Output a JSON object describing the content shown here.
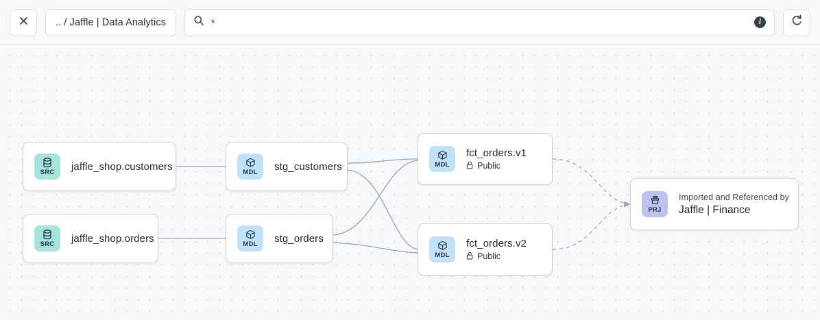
{
  "toolbar": {
    "close_label": "×",
    "close_icon": "close-icon",
    "breadcrumb": ".. / Jaffle | Data Analytics",
    "search_value": "*",
    "search_placeholder": "Search",
    "search_icon": "search-icon",
    "info_label": "i",
    "info_icon": "info-icon",
    "refresh_icon": "refresh-icon"
  },
  "graph": {
    "nodes": [
      {
        "id": "src-customers",
        "kind": "SRC",
        "kind_icon": "database-icon",
        "title": "jaffle_shop.customers",
        "color": "#a6e3dc"
      },
      {
        "id": "src-orders",
        "kind": "SRC",
        "kind_icon": "database-icon",
        "title": "jaffle_shop.orders",
        "color": "#a6e3dc"
      },
      {
        "id": "stg-customers",
        "kind": "MDL",
        "kind_icon": "cube-icon",
        "title": "stg_customers",
        "color": "#bfe2fb"
      },
      {
        "id": "stg-orders",
        "kind": "MDL",
        "kind_icon": "cube-icon",
        "title": "stg_orders",
        "color": "#bfe2fb"
      },
      {
        "id": "fct-orders-v1",
        "kind": "MDL",
        "kind_icon": "cube-icon",
        "title": "fct_orders.v1",
        "visibility": "Public",
        "visibility_icon": "unlock-icon",
        "color": "#bfe2fb"
      },
      {
        "id": "fct-orders-v2",
        "kind": "MDL",
        "kind_icon": "cube-icon",
        "title": "fct_orders.v2",
        "visibility": "Public",
        "visibility_icon": "unlock-icon",
        "color": "#bfe2fb"
      },
      {
        "id": "prj-finance",
        "kind": "PRJ",
        "kind_icon": "project-icon",
        "caption": "Imported and Referenced by",
        "title": "Jaffle | Finance",
        "color": "#bcc3ef"
      }
    ],
    "edge_color": "#9aa2ae",
    "canvas_bg": "#f7f8fa",
    "dot_color": "#d7dbe3"
  }
}
